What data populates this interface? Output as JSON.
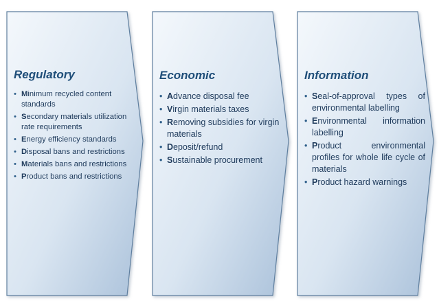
{
  "panels": [
    {
      "title": "Regulatory",
      "items": [
        {
          "first": "M",
          "rest": "inimum recycled content standards"
        },
        {
          "first": "S",
          "rest": "econdary materials utilization rate requirements"
        },
        {
          "first": "E",
          "rest": "nergy efficiency standards"
        },
        {
          "first": "D",
          "rest": "isposal bans and restrictions"
        },
        {
          "first": "M",
          "rest": "aterials bans and restrictions"
        },
        {
          "first": "P",
          "rest": "roduct bans and restrictions"
        }
      ]
    },
    {
      "title": "Economic",
      "items": [
        {
          "first": "A",
          "rest": "dvance disposal fee"
        },
        {
          "first": "V",
          "rest": "irgin materials taxes"
        },
        {
          "first": "R",
          "rest": "emoving subsidies for virgin materials"
        },
        {
          "first": "D",
          "rest": "eposit/refund"
        },
        {
          "first": "S",
          "rest": "ustainable procurement"
        }
      ]
    },
    {
      "title": "Information",
      "items": [
        {
          "first": "S",
          "rest": "eal-of-approval types of environmental labelling"
        },
        {
          "first": "E",
          "rest": "nvironmental information labelling"
        },
        {
          "first": "P",
          "rest": "roduct environmental profiles for whole life cycle of materials"
        },
        {
          "first": "P",
          "rest": "roduct hazard warnings"
        }
      ]
    }
  ],
  "colors": {
    "fill_light": "#f2f6fb",
    "fill_dark": "#b9cde2",
    "border": "#5f7f9f",
    "title": "#1f4e79",
    "text": "#1f3b5c"
  }
}
